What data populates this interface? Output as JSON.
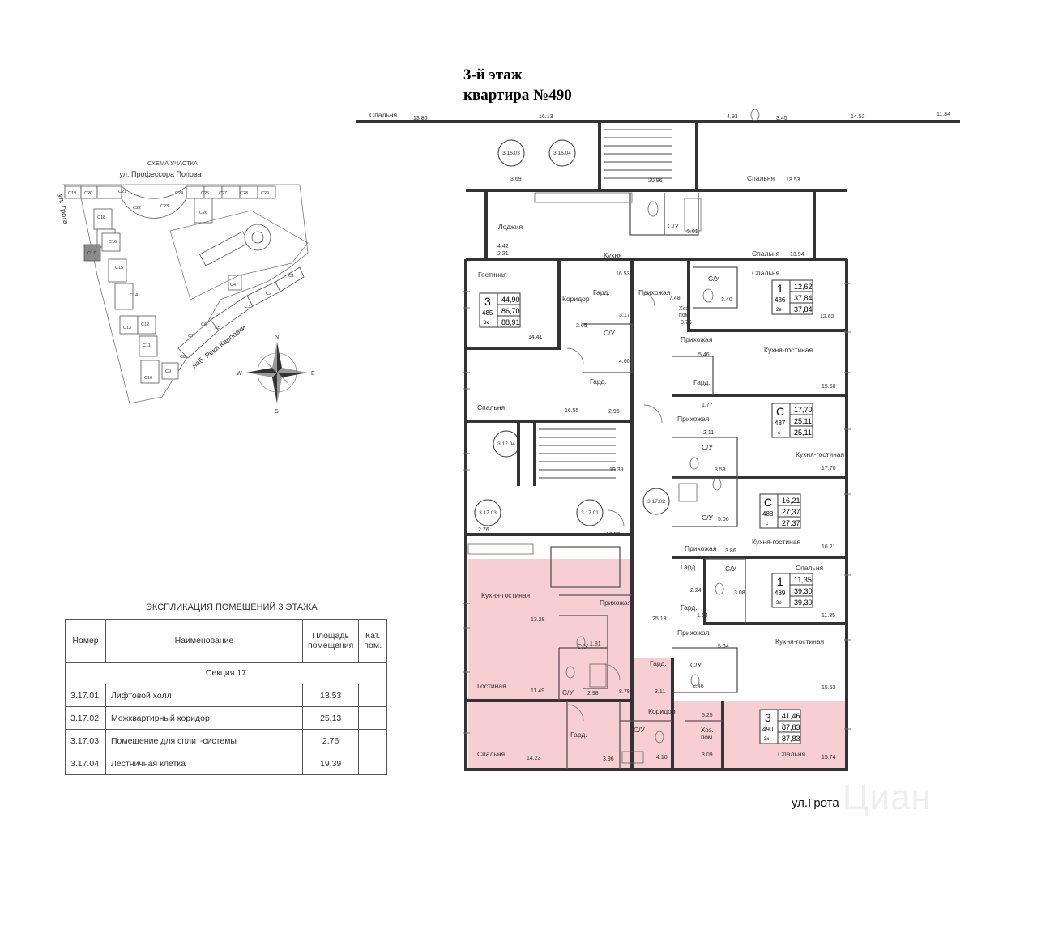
{
  "title": {
    "line1": "3-й этаж",
    "line2": "квартира №490"
  },
  "street_label": "ул.Грота",
  "watermark": "Циан",
  "site_scheme": {
    "title": "СХЕМА УЧАСТКА",
    "street_top": "ул. Профессора Попова",
    "street_left": "ул. Грота",
    "street_bottom": "наб. Реки Карповки",
    "compass": [
      "N",
      "E",
      "S",
      "W"
    ],
    "sections": [
      "С19",
      "С20",
      "С21",
      "С22",
      "С23",
      "С24",
      "С25",
      "С27",
      "С28",
      "С29",
      "С26",
      "С18",
      "С17",
      "С16",
      "С15",
      "С14",
      "С13",
      "С12",
      "С11",
      "С10",
      "С9",
      "С8",
      "С7",
      "С6",
      "С5",
      "С4",
      "С3",
      "С2",
      "С1"
    ],
    "highlight_color": "#8a8a8a"
  },
  "explication": {
    "title": "ЭКСПЛИКАЦИЯ ПОМЕЩЕНИЙ 3 ЭТАЖА",
    "headers": {
      "number": "Номер",
      "name": "Наименование",
      "area_1": "Площадь",
      "area_2": "помещения",
      "cat_1": "Кат.",
      "cat_2": "пом."
    },
    "section": "Секция 17",
    "rows": [
      {
        "number": "3.17.01",
        "name": "Лифтовой холл",
        "area": "13.53"
      },
      {
        "number": "3.17.02",
        "name": "Межквартирный коридор",
        "area": "25.13"
      },
      {
        "number": "3.17.03",
        "name": "Помещение для сплит-системы",
        "area": "2.76"
      },
      {
        "number": "3.17.04",
        "name": "Лестничная клетка",
        "area": "19.39"
      }
    ]
  },
  "plan": {
    "highlight_color": "#f7cfd2",
    "apartments": [
      {
        "rooms": "3",
        "num": "485",
        "type": "3к",
        "a1": "44,90",
        "a2": "86,70",
        "a3": "88,91"
      },
      {
        "rooms": "1",
        "num": "486",
        "type": "2е",
        "a1": "12,62",
        "a2": "37,84",
        "a3": "37,84"
      },
      {
        "rooms": "С",
        "num": "487",
        "type": "с",
        "a1": "17,70",
        "a2": "25,11",
        "a3": "25,11"
      },
      {
        "rooms": "С",
        "num": "488",
        "type": "с",
        "a1": "16,21",
        "a2": "27,37",
        "a3": "27,37"
      },
      {
        "rooms": "1",
        "num": "489",
        "type": "2е",
        "a1": "11,35",
        "a2": "39,30",
        "a3": "39,30"
      },
      {
        "rooms": "3",
        "num": "490",
        "type": "3к",
        "a1": "41,46",
        "a2": "87,83",
        "a3": "87,83"
      }
    ],
    "circles": [
      "3.16.03",
      "3.16.04",
      "3.17.04",
      "3.17.03",
      "3.17.01",
      "3.17.02"
    ],
    "labels": {
      "l01": "Спальня",
      "l02": "13.80",
      "l03": "16.13",
      "l04": "4.93",
      "l05": "3.45",
      "l06": "14.52",
      "l07": "11.84",
      "l08": "3.69",
      "l09": "20.96",
      "l10": "Спальня",
      "l11": "13.53",
      "l12": "Лоджия",
      "l13": "С/У",
      "l14": "5.01",
      "l15": "4.42",
      "l16": "2.21",
      "l17": "Кухня",
      "l18": "Спальня",
      "l19": "13.94",
      "l20": "Гостиная",
      "l21": "16.53",
      "l22": "Спальня",
      "l23": "С/У",
      "l24": "Коридор",
      "l25": "Гард.",
      "l26": "Прихожая",
      "l27": "7.48",
      "l28": "3.40",
      "l29": "Хоз.",
      "l30": "пом.",
      "l31": "0.76",
      "l32": "3.17",
      "l33": "2.65",
      "l34": "С/У",
      "l35": "14.41",
      "l36": "12.62",
      "l37": "Прихожая",
      "l38": "Кухня-гостиная",
      "l39": "4.60",
      "l40": "5.46",
      "l41": "Гард.",
      "l42": "Гард.",
      "l43": "15.60",
      "l44": "Спальня",
      "l45": "16.55",
      "l46": "2.96",
      "l47": "1.77",
      "l48": "Прихожая",
      "l49": "2.11",
      "l50": "С/У",
      "l51": "Кухня-гостиная",
      "l52": "19.39",
      "l53": "3.53",
      "l54": "17.70",
      "l55": "С/У",
      "l56": "5.06",
      "l57": "2.76",
      "l58": "13.53",
      "l59": "Кухня-гостиная",
      "l60": "16.21",
      "l61": "Прихожая",
      "l62": "3.86",
      "l63": "Гард.",
      "l64": "С/У",
      "l65": "Спальня",
      "l66": "2.24",
      "l67": "3.08",
      "l68": "Кухня-гостиная",
      "l69": "Прихожая",
      "l70": "25.13",
      "l71": "Гард.",
      "l72": "1.64",
      "l73": "11.35",
      "l74": "13.28",
      "l75": "С/У",
      "l76": "1.81",
      "l77": "Прихожая",
      "l78": "5.34",
      "l79": "Кухня-гостиная",
      "l80": "Гард.",
      "l81": "С/У",
      "l82": "Гостиная",
      "l83": "11.49",
      "l84": "С/У",
      "l85": "2.98",
      "l86": "8.79",
      "l87": "3.11",
      "l88": "2.46",
      "l89": "15.53",
      "l90": "Коридор",
      "l91": "5.25",
      "l92": "С/У",
      "l93": "Гард.",
      "l94": "Хоз.",
      "l95": "пом",
      "l96": "Спальня",
      "l97": "14.23",
      "l98": "3.96",
      "l99": "4.10",
      "l100": "3.09",
      "l101": "Спальня",
      "l102": "15.74"
    }
  }
}
